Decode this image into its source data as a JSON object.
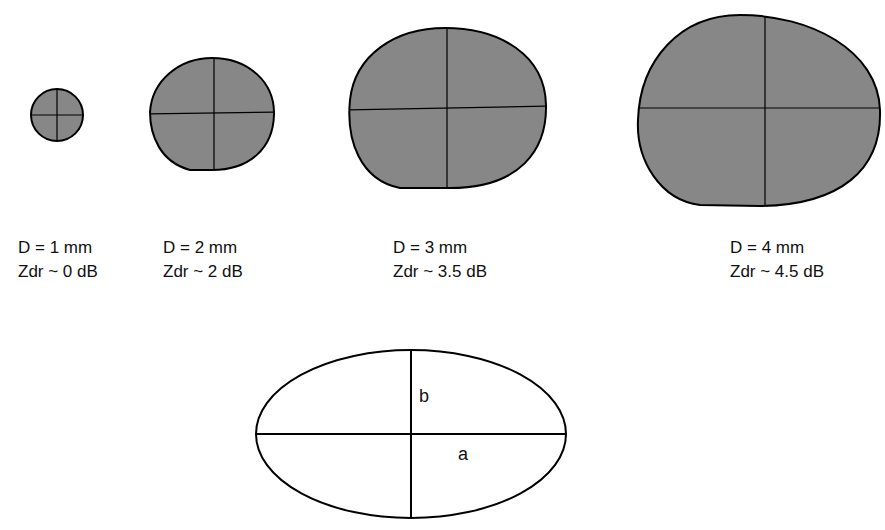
{
  "diagram": {
    "labels": [
      "D = 1 mm",
      "Zdr ~ 0 dB",
      "D = 2 mm",
      "Zdr ~ 2 dB",
      "D = 3 mm",
      "Zdr ~ 3.5 dB",
      "D = 4 mm",
      "Zdr ~ 4.5 dB",
      "b",
      "a"
    ]
  }
}
